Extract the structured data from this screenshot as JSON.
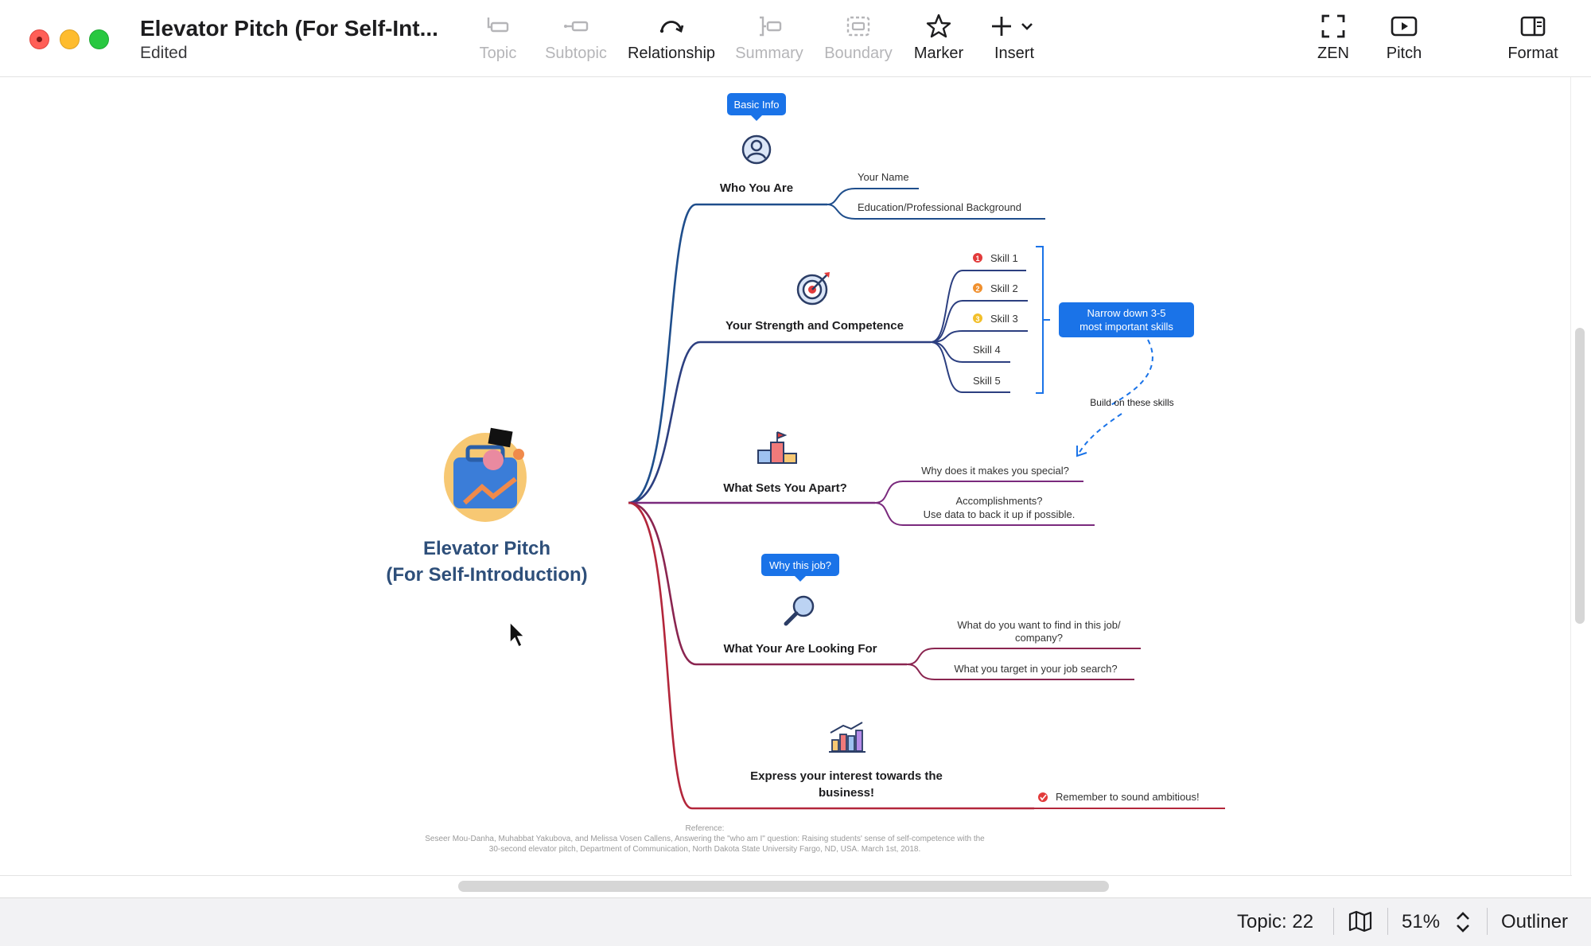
{
  "window": {
    "title": "Elevator Pitch (For Self-Int...",
    "status": "Edited"
  },
  "toolbar": {
    "topic": "Topic",
    "subtopic": "Subtopic",
    "relationship": "Relationship",
    "summary": "Summary",
    "boundary": "Boundary",
    "marker": "Marker",
    "insert": "Insert",
    "zen": "ZEN",
    "pitch": "Pitch",
    "format": "Format"
  },
  "map": {
    "central": {
      "line1": "Elevator Pitch",
      "line2": "(For Self-Introduction)"
    },
    "branches": {
      "who": {
        "label": "Who You Are",
        "callout": "Basic Info",
        "children": [
          "Your Name",
          "Education/Professional Background"
        ]
      },
      "strength": {
        "label": "Your Strength and Competence",
        "children": [
          "Skill 1",
          "Skill 2",
          "Skill 3",
          "Skill 4",
          "Skill 5"
        ],
        "summary": {
          "line1": "Narrow down 3-5",
          "line2": "most important skills"
        },
        "relationship": "Build on these skills"
      },
      "apart": {
        "label": "What Sets You Apart?",
        "children": [
          "Why does it makes you special?"
        ],
        "child2": {
          "line1": "Accomplishments?",
          "line2": "Use data to back it up if possible."
        }
      },
      "looking": {
        "label": "What Your Are Looking For",
        "callout": "Why this job?",
        "child1": {
          "line1": "What do you want to find in this job/",
          "line2": "company?"
        },
        "child2": "What you target in your job search?"
      },
      "interest": {
        "line1": "Express your interest towards the",
        "line2": "business!",
        "child": "Remember to sound ambitious!"
      }
    },
    "reference": {
      "line1": "Reference:",
      "line2": "Seseer Mou-Danha, Muhabbat Yakubova, and Melissa Vosen Callens, Answering the \"who am I\" question: Raising students' sense of self-competence with the",
      "line3": "30-second elevator pitch, Department of Communication, North Dakota State University Fargo, ND, USA. March 1st, 2018."
    },
    "colors": {
      "branch1": "#1f4e8c",
      "branch2": "#2c3f80",
      "branch3": "#7a2a7d",
      "branch4": "#8a2550",
      "branch5": "#b3263b",
      "callout": "#1a73e8",
      "central": "#2e4f7a"
    }
  },
  "statusbar": {
    "topic_count": "Topic: 22",
    "zoom": "51%",
    "outliner": "Outliner"
  }
}
